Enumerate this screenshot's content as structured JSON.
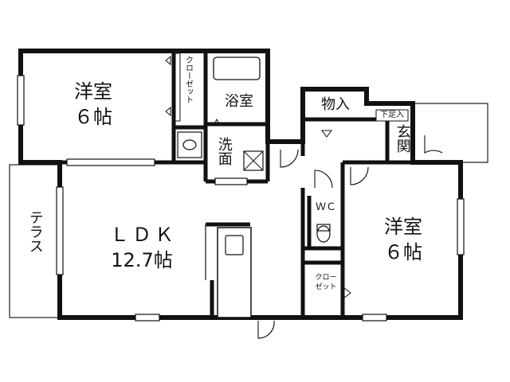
{
  "rooms": {
    "western_room_left": {
      "name": "洋室",
      "size": "６帖"
    },
    "bath": {
      "name": "浴室"
    },
    "washroom": {
      "name": "洗面"
    },
    "storage": {
      "name": "物入"
    },
    "entrance": {
      "name": "玄関",
      "shoe_rack": "下足入"
    },
    "wc": {
      "name": "ＷＣ"
    },
    "ldk": {
      "name": "ＬＤＫ",
      "size": "12.7帖"
    },
    "western_room_right": {
      "name": "洋室",
      "size": "６帖"
    },
    "terrace": {
      "name": "テラス"
    },
    "closet_top": {
      "name": "クローゼット"
    },
    "closet_bottom": {
      "line1": "クロー",
      "line2": "ゼット"
    }
  }
}
